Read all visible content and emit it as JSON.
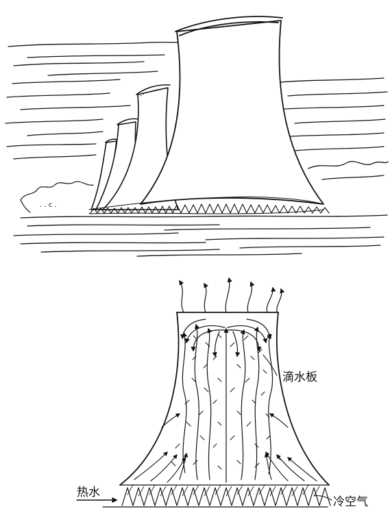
{
  "illustration": {
    "upper_scene": "cooling-towers-landscape",
    "lower_scene": "cooling-tower-cross-section"
  },
  "labels": {
    "drip_plate": "滴水板",
    "hot_water": "热水",
    "cold_air": "冷空气"
  },
  "colors": {
    "ink": "#111111",
    "background": "#ffffff"
  }
}
